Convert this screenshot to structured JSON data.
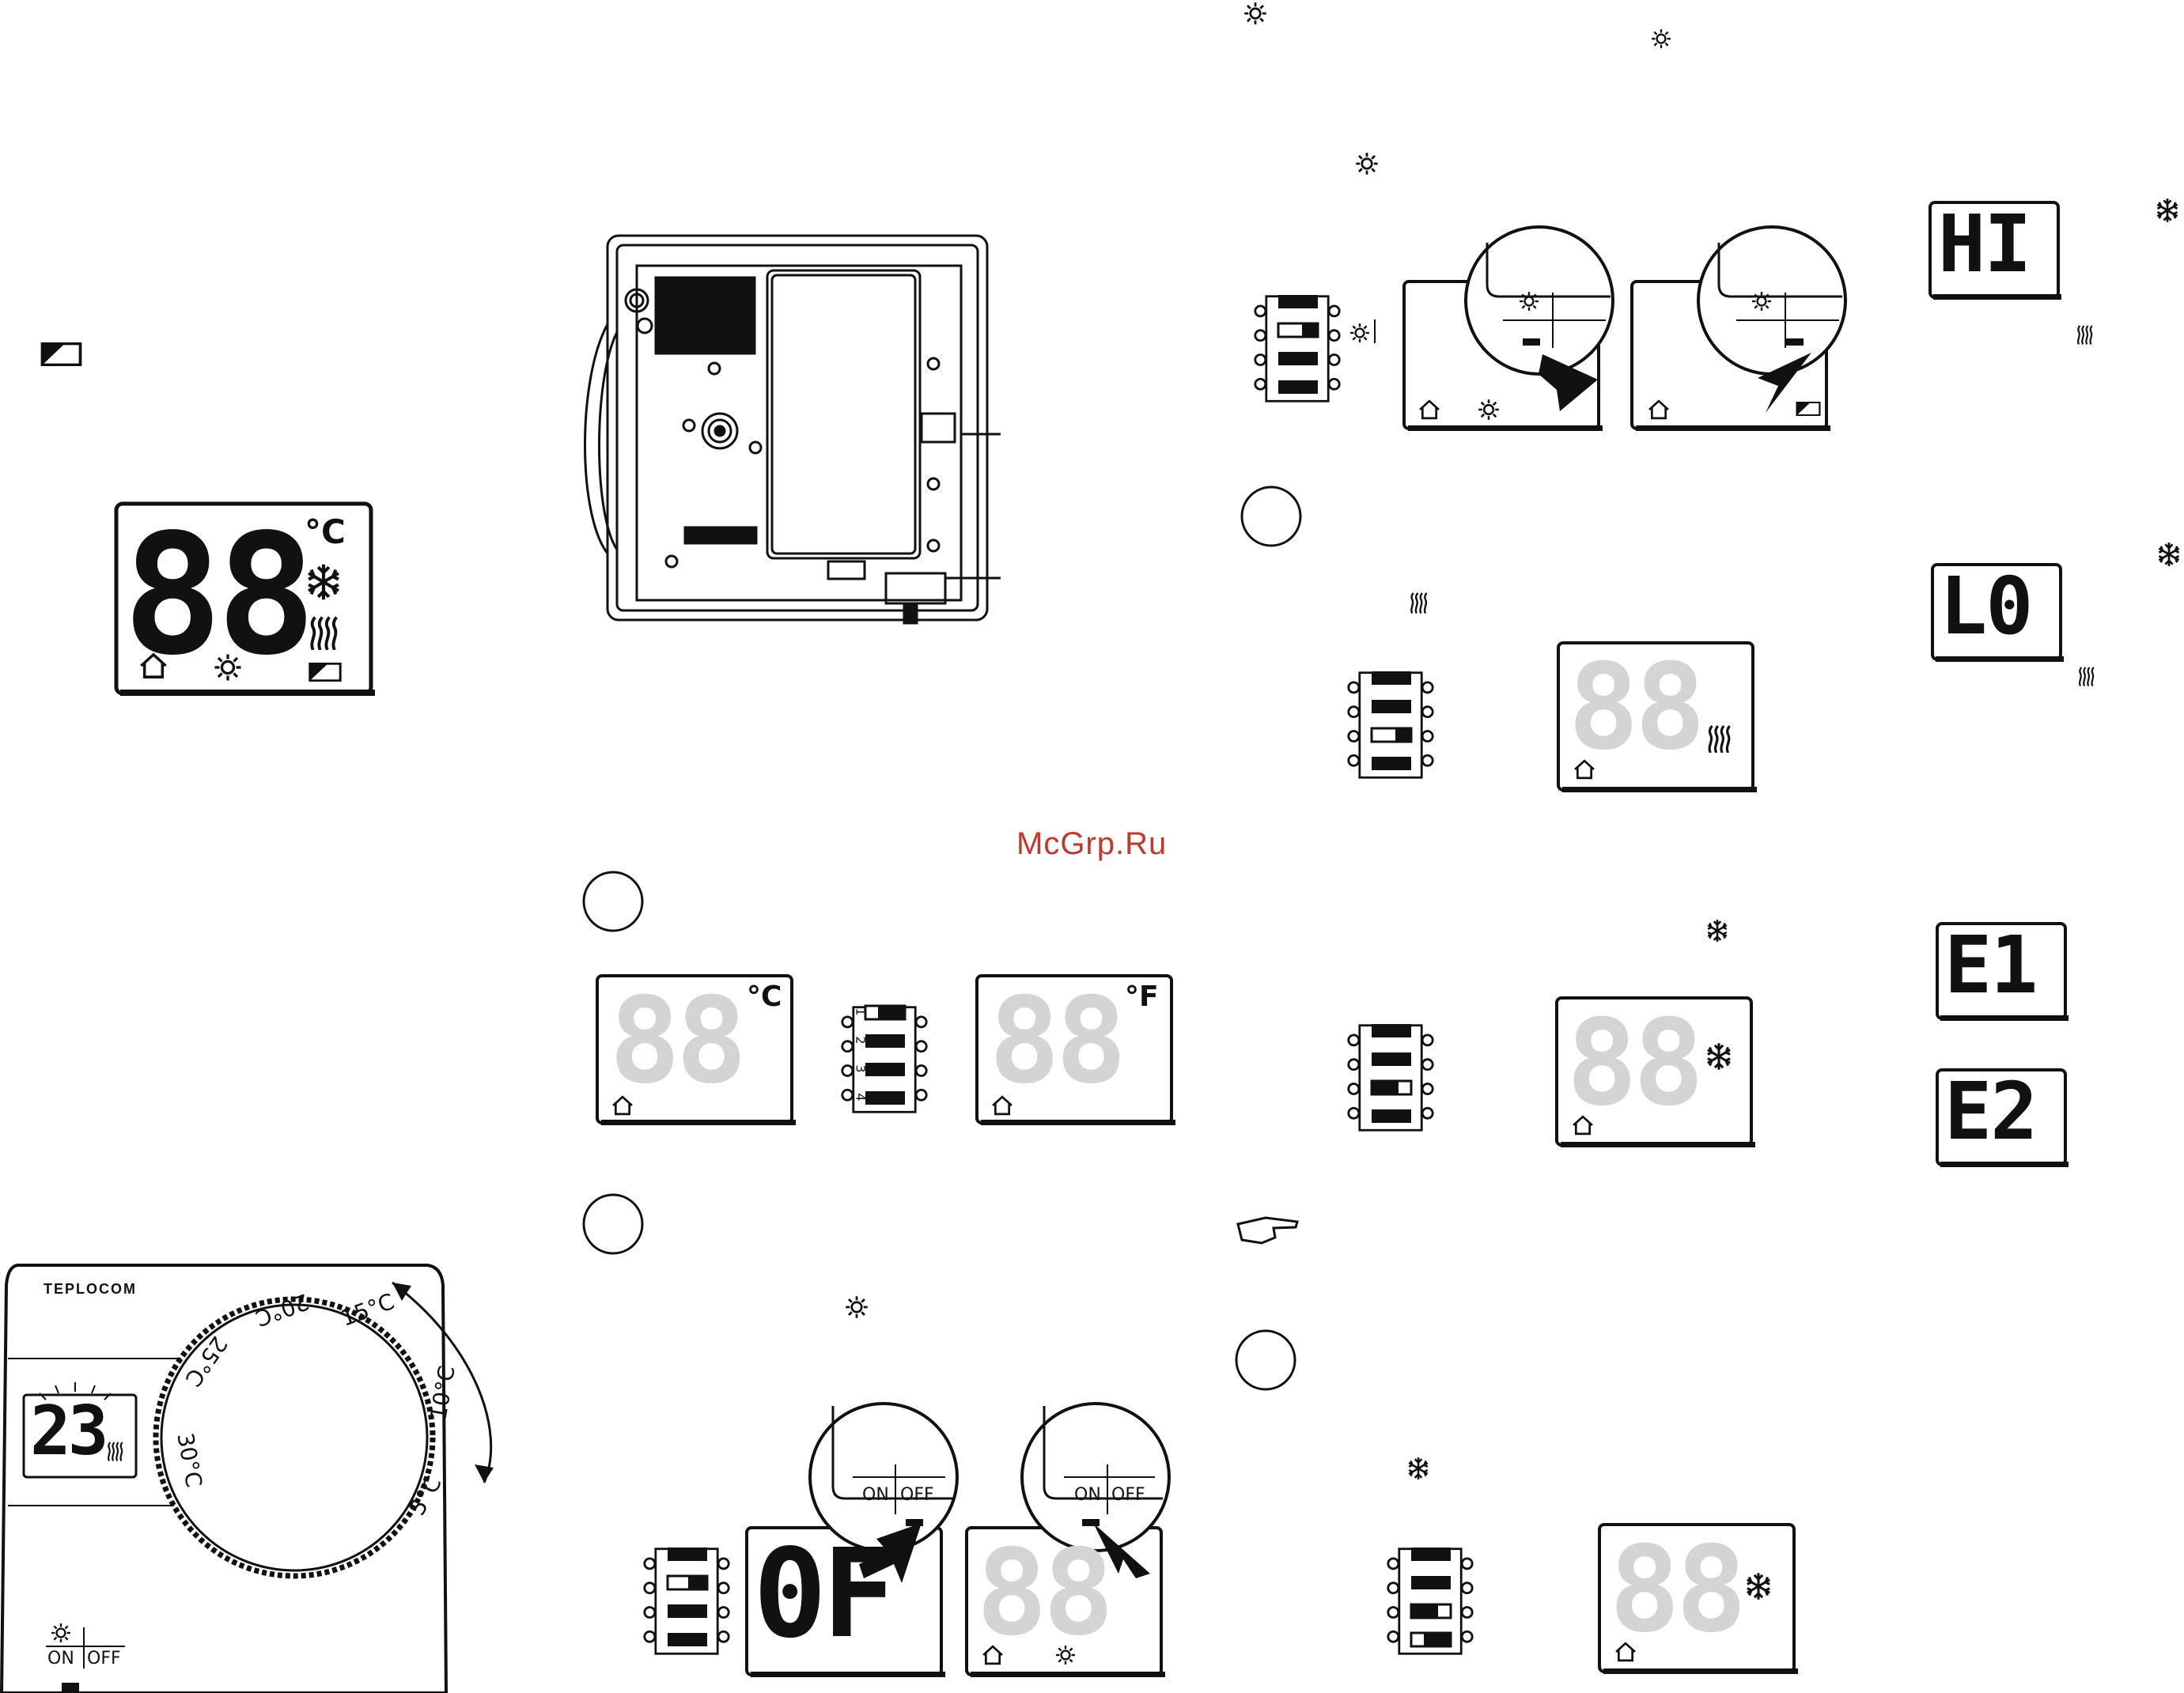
{
  "watermark": "McGrp.Ru",
  "brand": "TEPLOCOM",
  "dial_labels": [
    "15°C",
    "20°C",
    "25°C",
    "30°C",
    "10°C",
    "5°C"
  ],
  "temp_display": "23",
  "switch_on": "ON",
  "switch_off": "OFF",
  "lcd": {
    "main": "88",
    "off": "0F",
    "hi": "HI",
    "lo": "L0",
    "e1": "E1",
    "e2": "E2",
    "celsius": "°C",
    "fahrenheit": "°F"
  },
  "dip_numbers": [
    "1",
    "2",
    "3",
    "4"
  ],
  "colors": {
    "ink": "#111111",
    "faded": "#d4d4d4",
    "watermark": "#c0392b"
  }
}
